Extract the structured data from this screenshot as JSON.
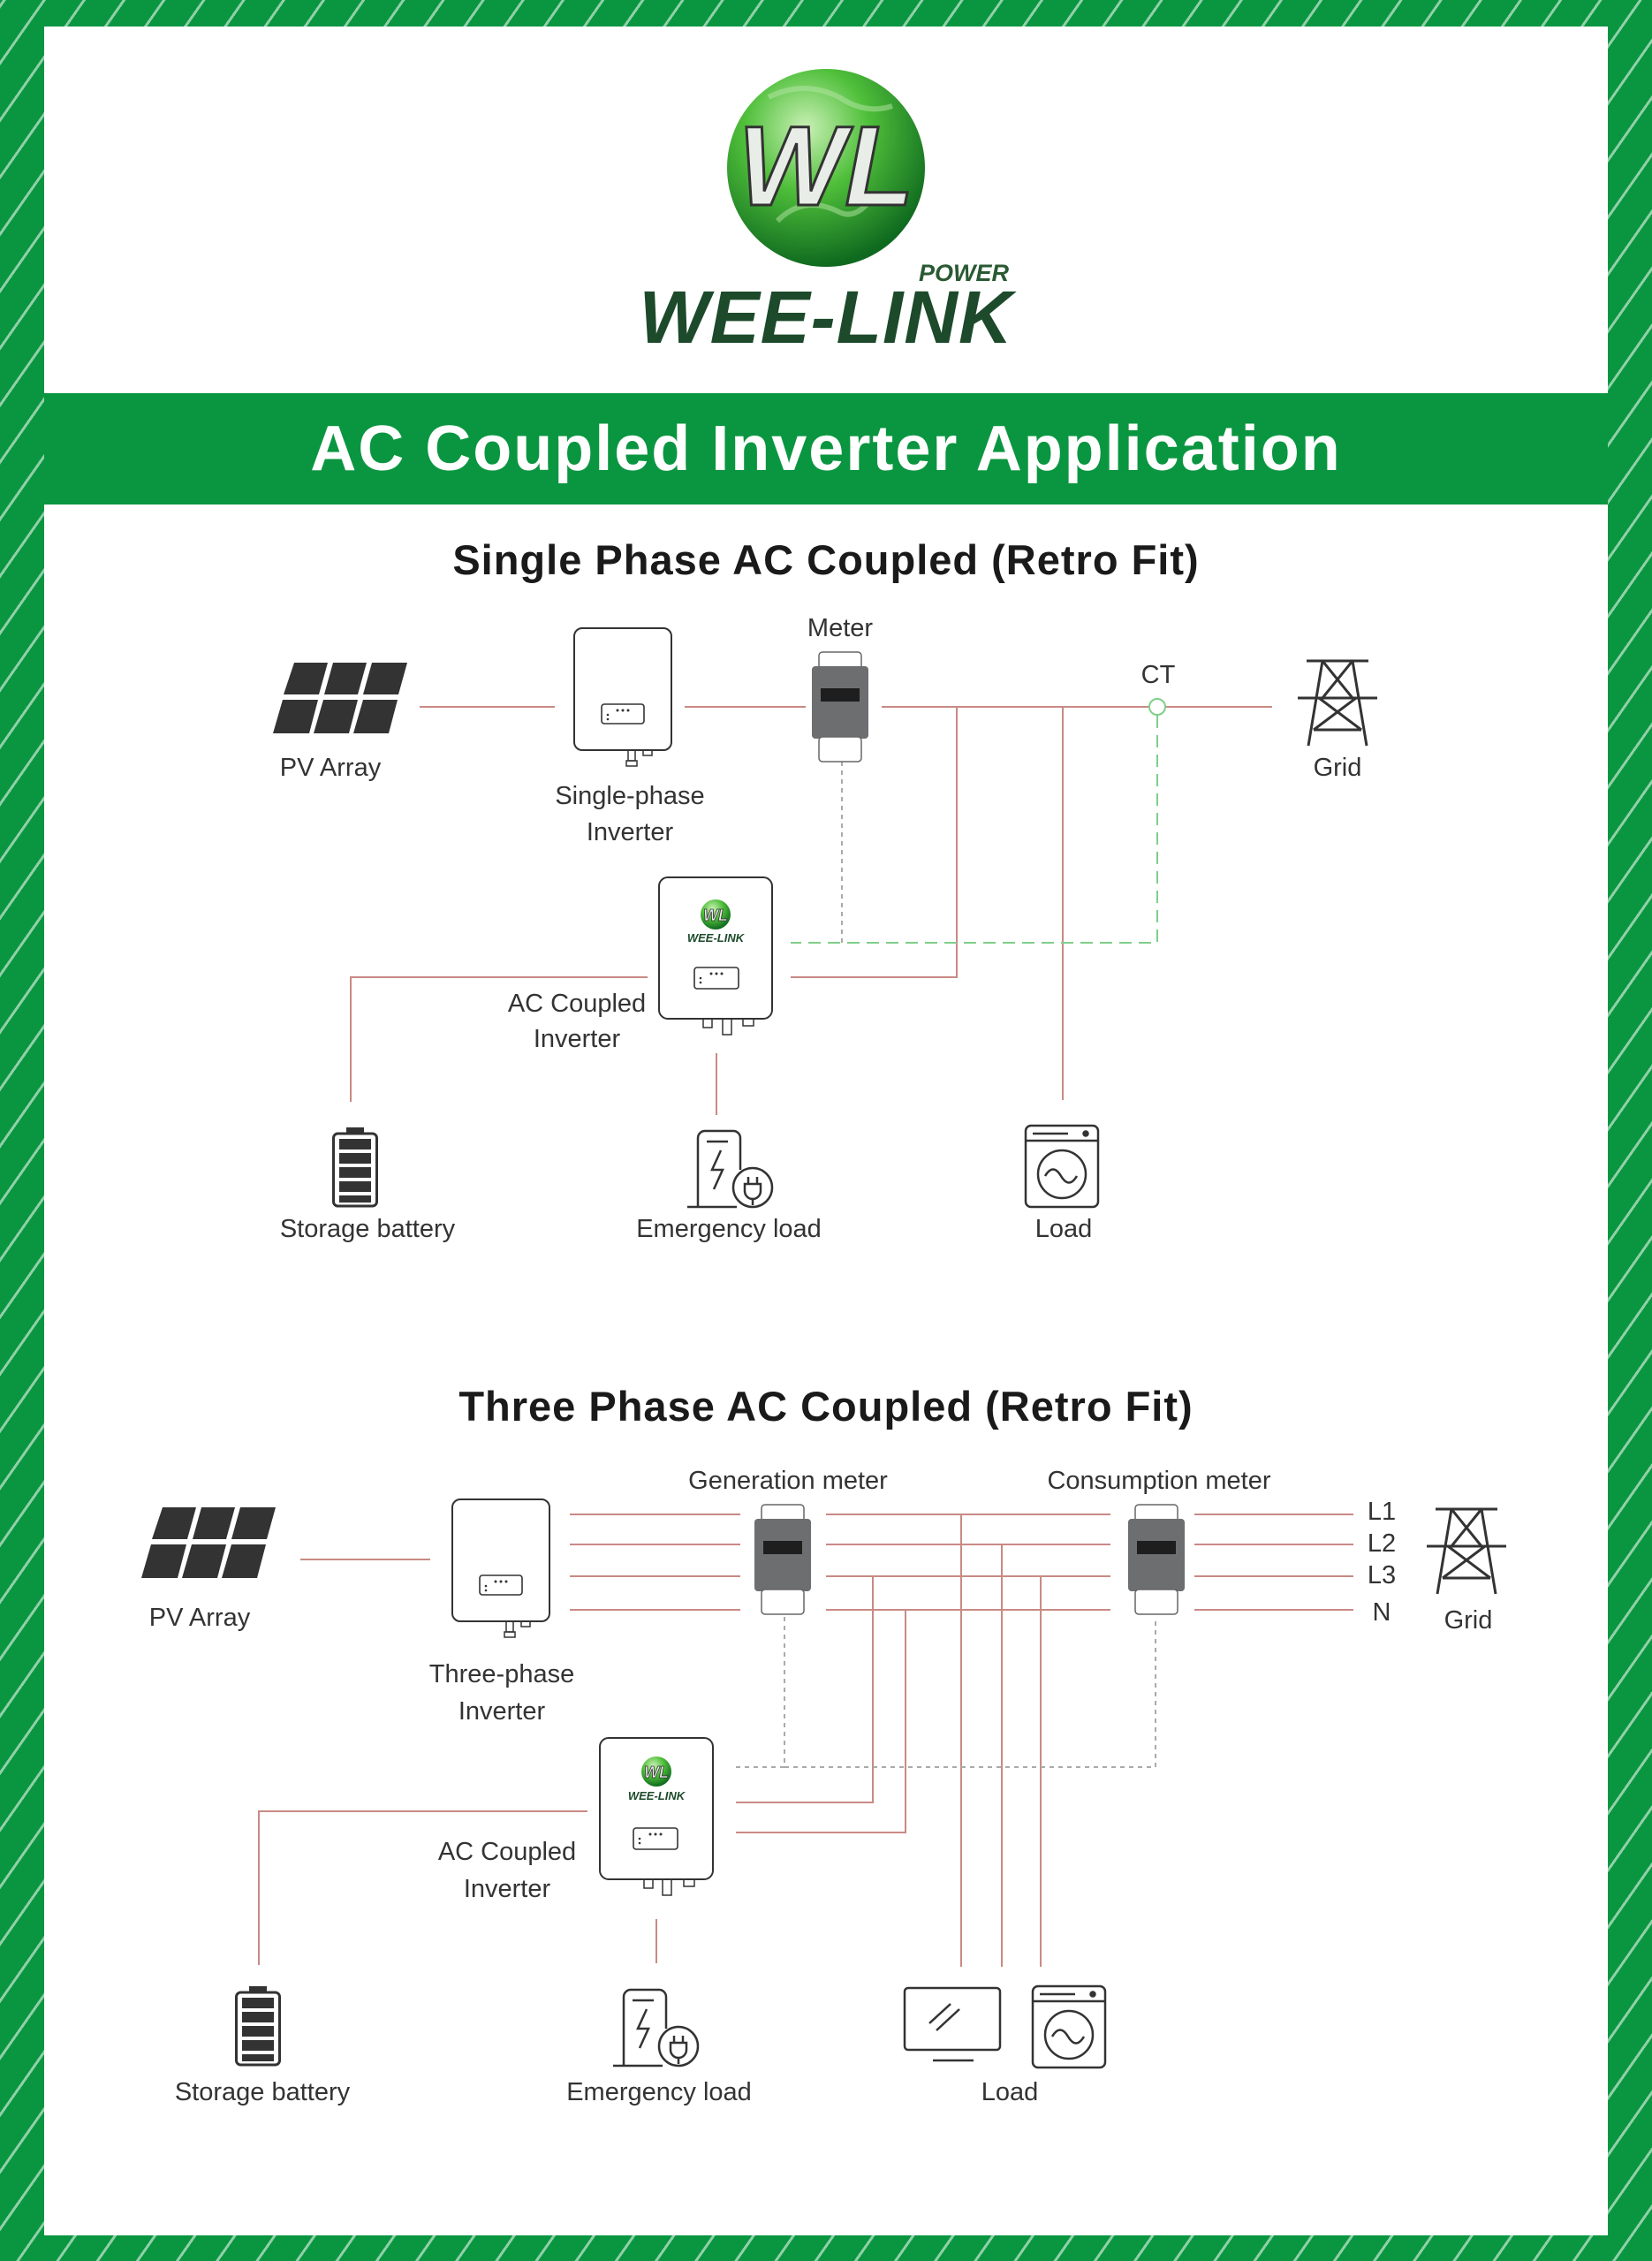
{
  "brand": {
    "name": "WEE-LINK",
    "sub": "POWER",
    "monogram": "WL",
    "colors": {
      "green": "#0a9640",
      "dark_green": "#1c4a2a",
      "line": "#c98a84",
      "comm": "#7fcf8a"
    }
  },
  "banner_title": "AC Coupled Inverter Application",
  "single_phase": {
    "title": "Single Phase AC Coupled (Retro Fit)",
    "labels": {
      "pv": "PV Array",
      "inverter_1": "Single-phase",
      "inverter_2": "Inverter",
      "meter": "Meter",
      "ct": "CT",
      "grid": "Grid",
      "ac_1": "AC Coupled",
      "ac_2": "Inverter",
      "battery": "Storage battery",
      "emergency": "Emergency load",
      "load": "Load"
    }
  },
  "three_phase": {
    "title": "Three Phase AC Coupled (Retro Fit)",
    "labels": {
      "pv": "PV Array",
      "inverter_1": "Three-phase",
      "inverter_2": "Inverter",
      "gen_meter": "Generation meter",
      "cons_meter": "Consumption meter",
      "l1": "L1",
      "l2": "L2",
      "l3": "L3",
      "n": "N",
      "grid": "Grid",
      "ac_1": "AC Coupled",
      "ac_2": "Inverter",
      "battery": "Storage battery",
      "emergency": "Emergency load",
      "load": "Load"
    }
  }
}
